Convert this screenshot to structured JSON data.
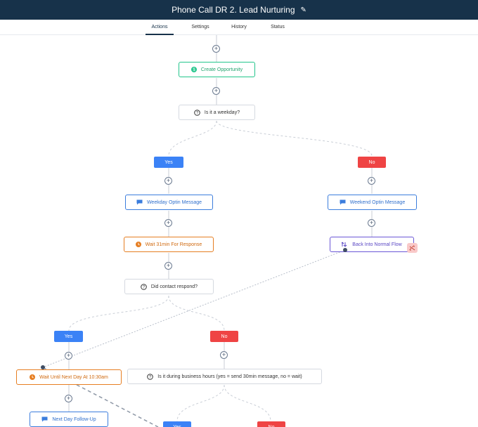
{
  "header": {
    "title": "Phone Call DR 2. Lead Nurturing",
    "edit_glyph": "✎"
  },
  "tabs": [
    {
      "label": "Actions",
      "active": true
    },
    {
      "label": "Settings",
      "active": false
    },
    {
      "label": "History",
      "active": false
    },
    {
      "label": "Status",
      "active": false
    }
  ],
  "nodes": {
    "create_opportunity": "Create Opportunity",
    "is_weekday": "Is it a weekday?",
    "weekday_optin": "Weekday Optin Message",
    "weekend_optin": "Weekend Optin Message",
    "wait_31": "Wait 31min For Response",
    "back_into_flow": "Back Into Normal Flow",
    "did_respond": "Did contact respond?",
    "wait_next_day": "Wait Until Next Day At 10:30am",
    "business_hours": "Is it during business hours (yes = send 30min message, no = wait)",
    "next_day_followup": "Next Day Follow-Up"
  },
  "branches": {
    "yes": "Yes",
    "no": "No"
  },
  "colors": {
    "header_bg": "#17324a",
    "green": "#22c58b",
    "blue": "#3b7ddd",
    "orange": "#e67e22",
    "purple": "#6b57d6",
    "yes": "#3b82f6",
    "no": "#ef4444"
  },
  "icons": [
    "dollar-icon",
    "question-icon",
    "message-icon",
    "clock-icon",
    "goto-icon",
    "unlink-icon",
    "plus-icon"
  ]
}
